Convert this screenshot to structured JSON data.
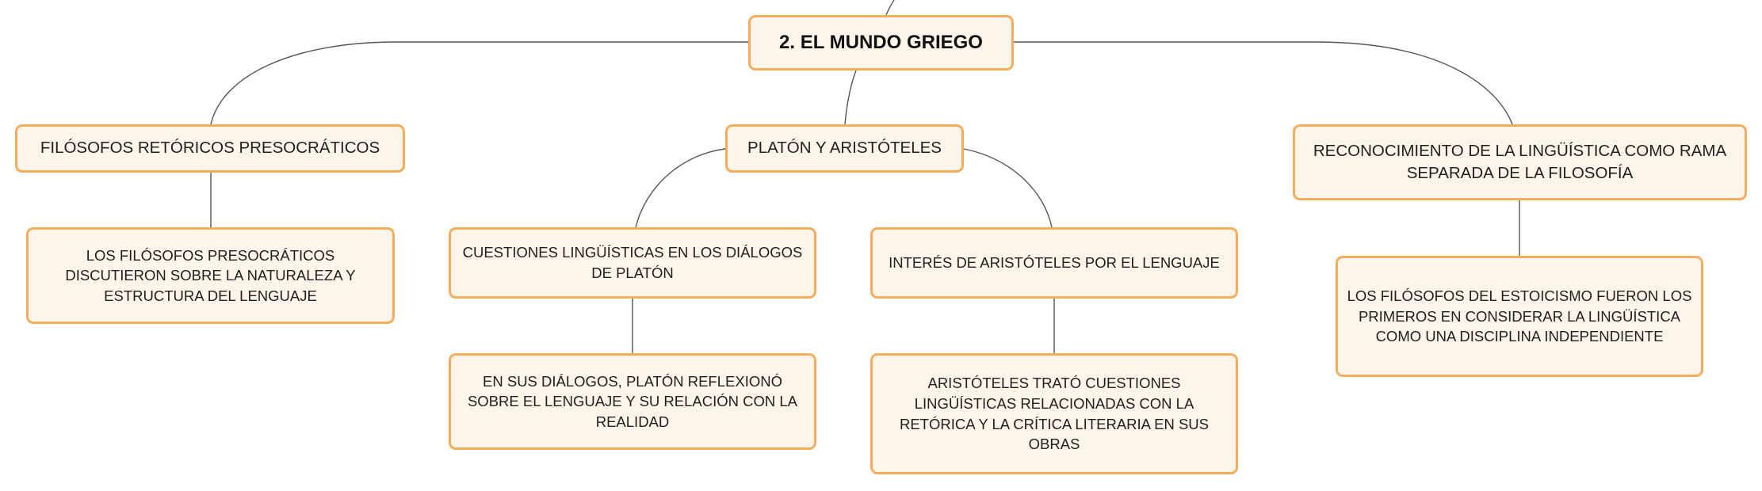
{
  "root": {
    "label": "2. EL MUNDO GRIEGO"
  },
  "branches": [
    {
      "label": "FILÓSOFOS RETÓRICOS PRESOCRÁTICOS",
      "children": [
        {
          "label": "LOS FILÓSOFOS PRESOCRÁTICOS DISCUTIERON SOBRE LA NATURALEZA Y ESTRUCTURA DEL LENGUAJE"
        }
      ]
    },
    {
      "label": "PLATÓN Y ARISTÓTELES",
      "children": [
        {
          "label": "CUESTIONES LINGÜÍSTICAS EN LOS DIÁLOGOS DE PLATÓN",
          "children": [
            {
              "label": "EN SUS DIÁLOGOS, PLATÓN REFLEXIONÓ SOBRE EL LENGUAJE Y SU RELACIÓN CON LA REALIDAD"
            }
          ]
        },
        {
          "label": "INTERÉS DE ARISTÓTELES POR EL LENGUAJE",
          "children": [
            {
              "label": "ARISTÓTELES TRATÓ CUESTIONES LINGÜÍSTICAS RELACIONADAS CON LA RETÓRICA Y LA CRÍTICA LITERARIA EN SUS OBRAS"
            }
          ]
        }
      ]
    },
    {
      "label": "RECONOCIMIENTO DE LA LINGÜÍSTICA COMO RAMA SEPARADA DE LA FILOSOFÍA",
      "children": [
        {
          "label": "LOS FILÓSOFOS DEL ESTOICISMO FUERON LOS PRIMEROS EN CONSIDERAR LA LINGÜÍSTICA COMO UNA DISCIPLINA INDEPENDIENTE"
        }
      ]
    }
  ],
  "colors": {
    "node_fill": "#fdf4ea",
    "node_border": "#f5ad5c",
    "connector": "#555555",
    "text": "#1f1f1f"
  }
}
